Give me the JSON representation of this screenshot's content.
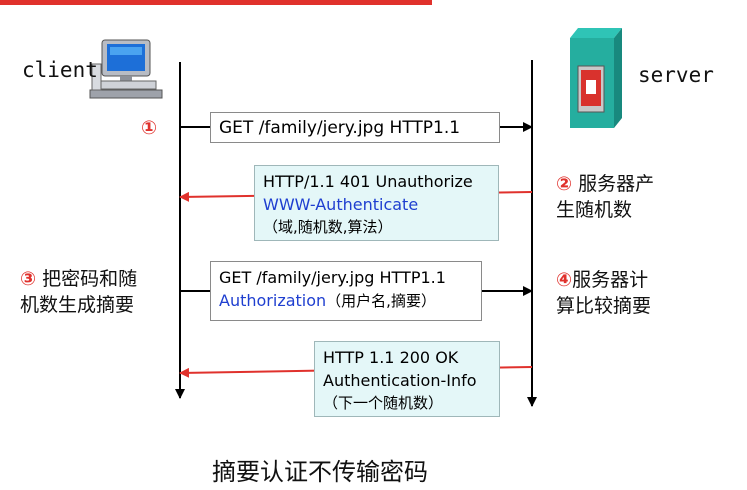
{
  "actors": {
    "client": "client",
    "server": "server"
  },
  "steps": {
    "s1": {
      "num": "①"
    },
    "s2": {
      "num": "②",
      "line1": " 服务器产",
      "line2": "生随机数"
    },
    "s3": {
      "num": "③",
      "line1": " 把密码和随",
      "line2": "机数生成摘要"
    },
    "s4": {
      "num": "④",
      "line1": "服务器计",
      "line2": "算比较摘要"
    }
  },
  "messages": {
    "m1": {
      "line1": "GET /family/jery.jpg HTTP1.1"
    },
    "m2": {
      "line1": "HTTP/1.1 401 Unauthorize",
      "line2": "WWW-Authenticate",
      "line3": "（域,随机数,算法）"
    },
    "m3": {
      "line1": "GET /family/jery.jpg HTTP1.1",
      "line2a": "Authorization",
      "line2b": "（用户名,摘要）"
    },
    "m4": {
      "line1": "HTTP 1.1 200 OK",
      "line2": "Authentication-Info",
      "line3": "（下一个随机数）"
    }
  },
  "caption": "摘要认证不传输密码",
  "colors": {
    "accent": "#e0312c",
    "keyword": "#1f3fd0",
    "response_box": "#e4f7f8"
  },
  "icons": {
    "client": "computer-icon",
    "server": "server-tower-icon"
  }
}
